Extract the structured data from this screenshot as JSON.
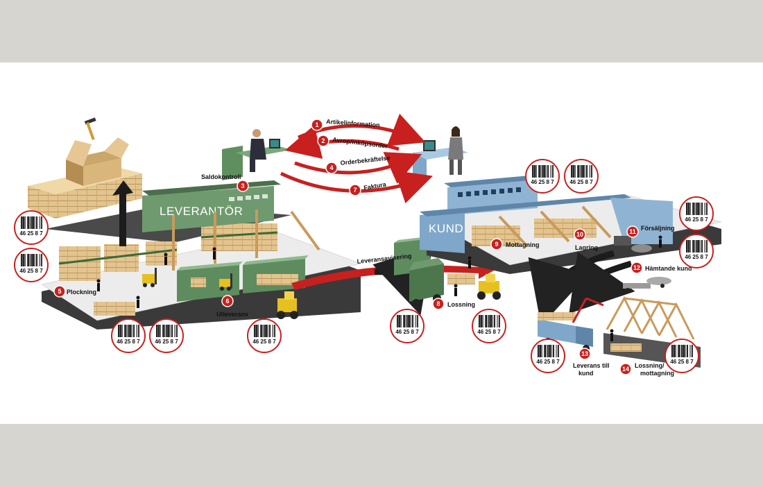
{
  "buildings": {
    "supplier": "LEVERANTÖR",
    "customer": "KUND"
  },
  "steps": [
    {
      "num": "1",
      "label": "Artikelinformation"
    },
    {
      "num": "2",
      "label": "Avrop/inköpsorder"
    },
    {
      "num": "3",
      "label": "Saldokontroll"
    },
    {
      "num": "4",
      "label": "Orderbekräftelse"
    },
    {
      "num": "5",
      "label": "Plockning"
    },
    {
      "num": "6",
      "label": "Utleverans"
    },
    {
      "num": "7",
      "label": "Faktura"
    },
    {
      "num": "8",
      "label": "Lossning"
    },
    {
      "num": "9",
      "label": "Mottagning"
    },
    {
      "num": "10",
      "label": "Lagring"
    },
    {
      "num": "11",
      "label": "Försäljning"
    },
    {
      "num": "12",
      "label": "Hämtande kund"
    },
    {
      "num": "13",
      "label": "Leverans till kund"
    },
    {
      "num": "14",
      "label": "Lossning/ mottagning"
    }
  ],
  "flow_label": "Leveransavisering",
  "barcode_digits": "46 25 8 7",
  "colors": {
    "accent_red": "#c8201e",
    "supplier_green": "#5e8c5e",
    "customer_blue": "#7fa7c9",
    "timber": "#e0bf85"
  }
}
